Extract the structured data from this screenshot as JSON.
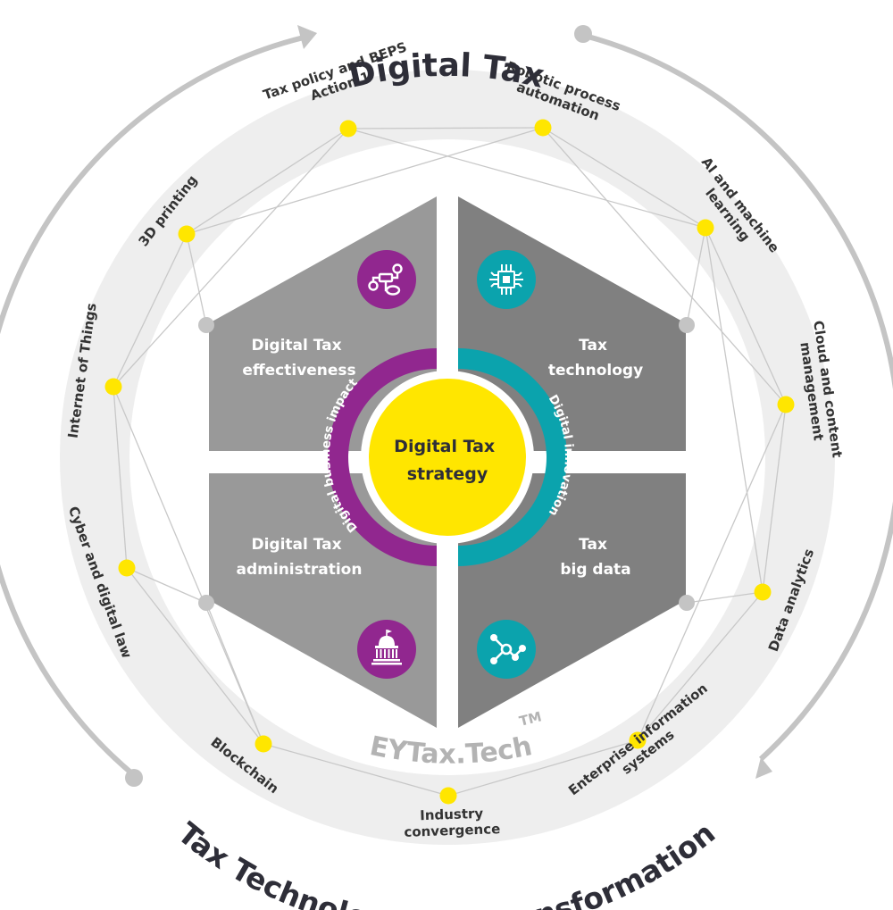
{
  "titles": {
    "top": "Digital Tax",
    "bottom": "Tax Technology and Transformation"
  },
  "brand": {
    "name": "EYTax.Tech",
    "trademark": "TM"
  },
  "center": {
    "line1": "Digital Tax",
    "line2": "strategy"
  },
  "bands": {
    "left": "Digital business impact",
    "right": "Digital innovation"
  },
  "quadrants": [
    {
      "id": "effectiveness",
      "line1": "Digital Tax",
      "line2": "effectiveness",
      "icon": "flowchart-icon",
      "icon_color": "#91278f",
      "fill": "#999999"
    },
    {
      "id": "technology",
      "line1": "Tax",
      "line2": "technology",
      "icon": "microchip-icon",
      "icon_color": "#0ba3ad",
      "fill": "#808080"
    },
    {
      "id": "administration",
      "line1": "Digital Tax",
      "line2": "administration",
      "icon": "capitol-building-icon",
      "icon_color": "#91278f",
      "fill": "#999999"
    },
    {
      "id": "bigdata",
      "line1": "Tax",
      "line2": "big data",
      "icon": "network-nodes-icon",
      "icon_color": "#0ba3ad",
      "fill": "#808080"
    }
  ],
  "ring_topics": [
    {
      "id": "tax-policy",
      "lines": [
        "Tax policy and BEPS",
        "Action 1"
      ]
    },
    {
      "id": "rpa",
      "lines": [
        "Robotic process",
        "automation"
      ]
    },
    {
      "id": "ai-ml",
      "lines": [
        "AI and machine",
        "learning"
      ]
    },
    {
      "id": "cloud",
      "lines": [
        "Cloud and content",
        "management"
      ]
    },
    {
      "id": "data-analytics",
      "lines": [
        "Data analytics"
      ]
    },
    {
      "id": "enterprise",
      "lines": [
        "Enterprise information",
        "systems"
      ]
    },
    {
      "id": "industry",
      "lines": [
        "Industry",
        "convergence"
      ]
    },
    {
      "id": "blockchain",
      "lines": [
        "Blockchain"
      ]
    },
    {
      "id": "cyber",
      "lines": [
        "Cyber and digital law"
      ]
    },
    {
      "id": "iot",
      "lines": [
        "Internet of Things"
      ]
    },
    {
      "id": "3d-printing",
      "lines": [
        "3D printing"
      ]
    }
  ],
  "colors": {
    "yellow": "#ffe600",
    "purple": "#91278f",
    "teal": "#0ba3ad",
    "ring": "#eeeeee",
    "arc": "#c4c4c4",
    "link": "#c8c8c8",
    "dark_text": "#2e2e38"
  }
}
